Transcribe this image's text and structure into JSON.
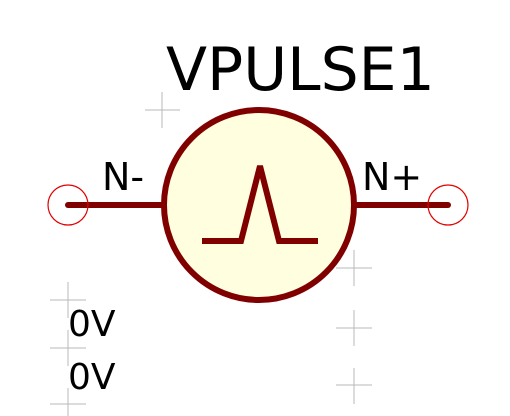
{
  "symbol": {
    "reference": "VPULSE1",
    "pin_left": "N-",
    "pin_right": "N+",
    "value_1": "0V",
    "value_2": "0V"
  },
  "colors": {
    "body_fill": "#ffffe0",
    "outline": "#800000",
    "pin_marker": "#e00000",
    "grid_mark": "#b8b8b8",
    "text": "#000000"
  },
  "icons": {
    "body_glyph": "pulse-waveform-icon",
    "pin_end": "pin-circle-icon",
    "grid": "crosshair-grid-mark"
  }
}
